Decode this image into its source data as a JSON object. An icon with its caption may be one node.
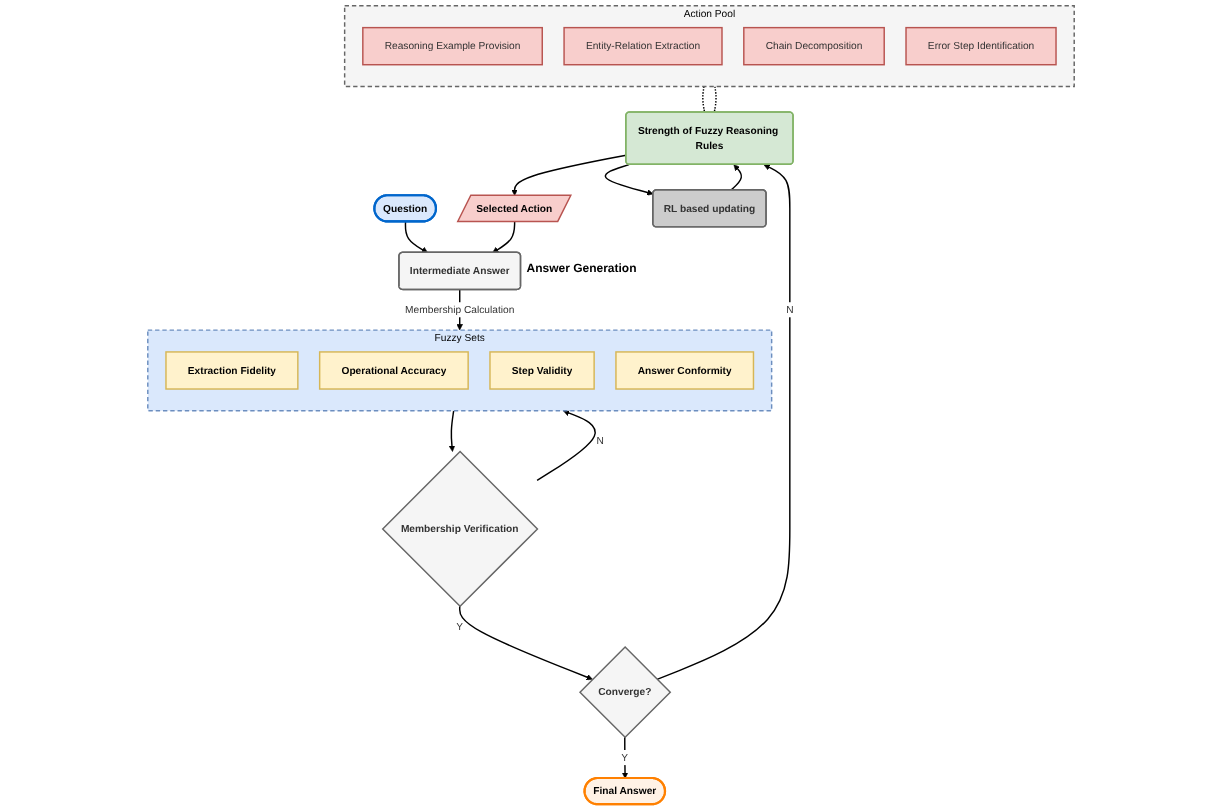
{
  "diagram": {
    "nodes": [
      {
        "text": [
          "Question"
        ]
      },
      {
        "text": [
          "Intermediate Answer"
        ],
        "beside": [
          "Answer Generation"
        ]
      },
      {
        "text": [
          "Selected Action"
        ]
      },
      {
        "text": [
          "Fuzzy Sets"
        ]
      },
      {
        "text": [
          "Extraction Fidelity"
        ],
        "in": 3
      },
      {
        "text": [
          "Operational Accuracy"
        ],
        "in": 3
      },
      {
        "text": [
          "Step Validity"
        ],
        "in": 3
      },
      {
        "text": [
          "Answer Conformity"
        ],
        "in": 3
      },
      {
        "text": [
          "Action Pool"
        ]
      },
      {
        "text": [
          "Reasoning Example Provision"
        ],
        "in": 8
      },
      {
        "text": [
          "Entity-Relation Extraction"
        ],
        "in": 8
      },
      {
        "text": [
          "Chain Decomposition"
        ],
        "in": 8
      },
      {
        "text": [
          "Error Step Identification"
        ],
        "in": 8
      },
      {
        "text": [
          "Strength of Fuzzy Reasoning Rules"
        ]
      },
      {
        "text": [
          "RL based updating"
        ]
      },
      {
        "text": [
          "Membership Verification"
        ]
      },
      {
        "text": [
          "Converge?"
        ]
      },
      {
        "text": [
          "Final Answer"
        ]
      }
    ],
    "edges": [
      {
        "from": 0,
        "to": 1,
        "arrow": "to"
      },
      {
        "from": 2,
        "to": 1,
        "arrow": "to"
      },
      {
        "from": 1,
        "to": 3,
        "arrow": "to",
        "label": "Membership Calculation"
      },
      {
        "from": 3,
        "to": 15,
        "arrow": "to"
      },
      {
        "from": 15,
        "to": 3,
        "arrow": "to",
        "label": "N"
      },
      {
        "from": 15,
        "to": 16,
        "arrow": "to",
        "label": "Y"
      },
      {
        "from": 16,
        "to": 13,
        "arrow": "to",
        "label": "N"
      },
      {
        "from": 16,
        "to": 17,
        "arrow": "to",
        "label": "Y"
      },
      {
        "from": 13,
        "to": 2,
        "arrow": "to"
      },
      {
        "from": 13,
        "to": 14,
        "arrow": "to"
      },
      {
        "from": 14,
        "to": 13,
        "arrow": "to"
      },
      {
        "from": 8,
        "to": 13,
        "arrow": "none",
        "style": "dashed"
      },
      {
        "from": 8,
        "to": 13,
        "arrow": "none",
        "style": "dashed"
      }
    ]
  }
}
